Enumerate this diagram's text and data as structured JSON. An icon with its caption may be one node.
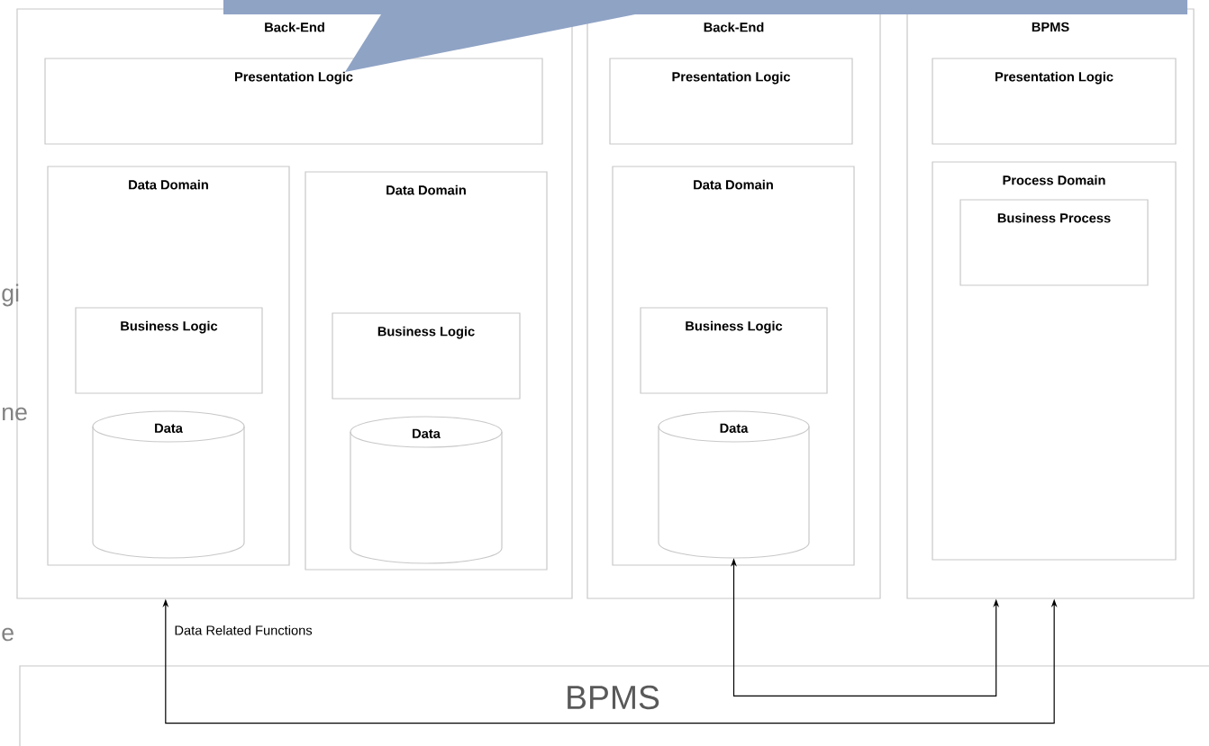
{
  "diagram": {
    "nodes": [
      {
        "text": [],
        "shape": "callout"
      },
      {
        "text": [
          "Back-End"
        ]
      },
      {
        "text": [
          "Presentation Logic"
        ],
        "in": 1
      },
      {
        "text": [
          "Data Domain"
        ],
        "in": 1
      },
      {
        "text": [
          "Business Logic"
        ],
        "in": 3
      },
      {
        "text": [
          "Data"
        ],
        "in": 3
      },
      {
        "text": [
          "Data Domain"
        ],
        "in": 1
      },
      {
        "text": [
          "Business Logic"
        ],
        "in": 6
      },
      {
        "text": [
          "Data"
        ],
        "in": 6
      },
      {
        "text": [
          "Back-End"
        ]
      },
      {
        "text": [
          "Presentation Logic"
        ],
        "in": 9
      },
      {
        "text": [
          "Data Domain"
        ],
        "in": 9
      },
      {
        "text": [
          "Business Logic"
        ],
        "in": 11
      },
      {
        "text": [
          "Data"
        ],
        "in": 11
      },
      {
        "text": [
          "BPMS"
        ]
      },
      {
        "text": [
          "Presentation Logic"
        ],
        "in": 14
      },
      {
        "text": [
          "Process Domain"
        ],
        "in": 14
      },
      {
        "text": [
          "Business Process"
        ],
        "in": 16
      },
      {
        "text": [
          "BPMS"
        ]
      }
    ],
    "edges": [
      {
        "from": 1,
        "to": 14,
        "arrow": "both",
        "label": "Data Related Functions"
      },
      {
        "from": 13,
        "to": 14,
        "arrow": "both"
      }
    ],
    "labels": [
      "gi",
      "ne",
      "e"
    ]
  }
}
